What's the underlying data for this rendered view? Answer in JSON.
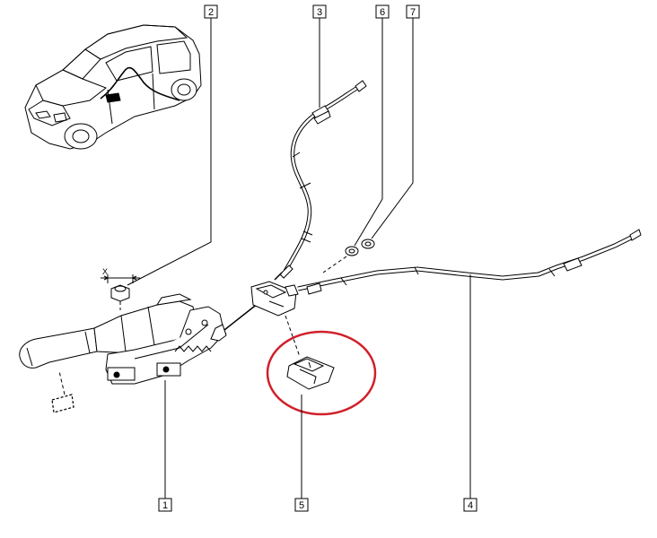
{
  "callouts": {
    "c1": "1",
    "c2": "2",
    "c3": "3",
    "c4": "4",
    "c5": "5",
    "c6": "6",
    "c7": "7"
  },
  "dimension_label": "X",
  "highlight_color": "#d0202a",
  "line_color": "#000000"
}
